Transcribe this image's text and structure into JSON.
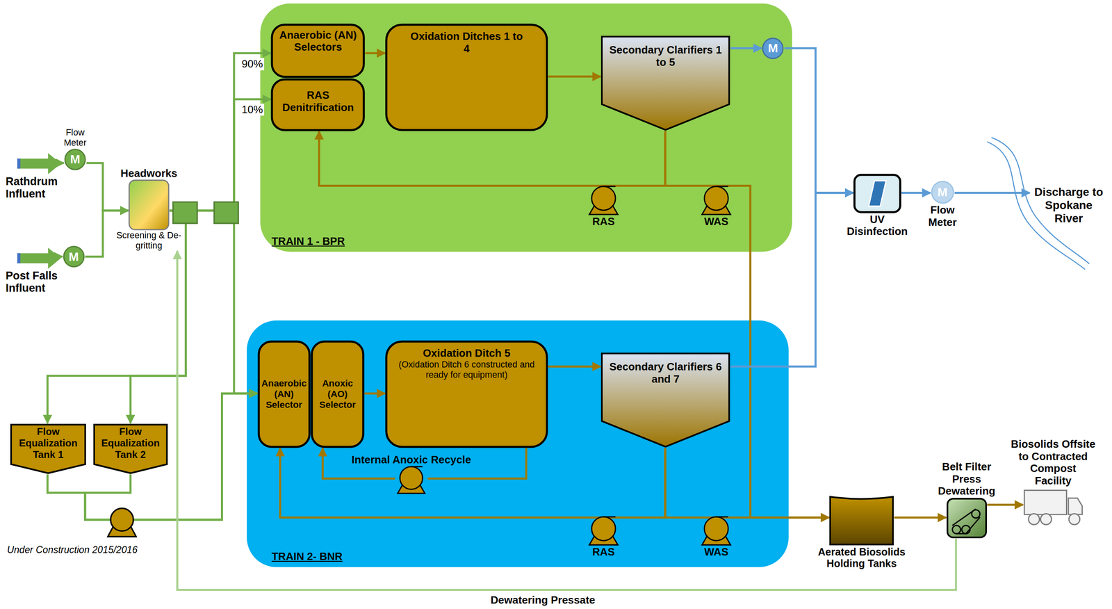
{
  "diagram": {
    "nodes": [
      {
        "text": [
          "Rathdrum Influent"
        ]
      },
      {
        "text": [
          "Post Falls Influent"
        ]
      },
      {
        "text": [
          "Flow Meter",
          "M"
        ]
      },
      {
        "text": [
          "M"
        ]
      },
      {
        "text": [
          "Headworks",
          "Screening & De-gritting"
        ]
      },
      {
        "text": [
          "TRAIN 1 - BPR"
        ]
      },
      {
        "text": [
          "Anaerobic (AN) Selectors"
        ],
        "in": 5
      },
      {
        "text": [
          "RAS Denitrification"
        ],
        "in": 5
      },
      {
        "text": [
          "Oxidation Ditches 1 to 4"
        ],
        "in": 5
      },
      {
        "text": [
          "Secondary Clarifiers 1 to 5"
        ],
        "in": 5
      },
      {
        "text": [
          "M"
        ],
        "in": 5
      },
      {
        "text": [
          "RAS"
        ],
        "in": 5
      },
      {
        "text": [
          "WAS"
        ],
        "in": 5
      },
      {
        "text": [
          "UV Disinfection"
        ]
      },
      {
        "text": [
          "M",
          "Flow Meter"
        ]
      },
      {
        "text": [
          "Discharge to Spokane River"
        ]
      },
      {
        "text": [
          "TRAIN 2- BNR"
        ]
      },
      {
        "text": [
          "Anaerobic (AN) Selector"
        ],
        "in": 16
      },
      {
        "text": [
          "Anoxic (AO) Selector"
        ],
        "in": 16
      },
      {
        "text": [
          "Oxidation Ditch 5",
          "(Oxidation Ditch 6 constructed and ready for equipment)"
        ],
        "in": 16
      },
      {
        "text": [
          "Secondary Clarifiers 6 and 7"
        ],
        "in": 16
      },
      {
        "text": [
          "Internal Anoxic Recycle"
        ],
        "in": 16
      },
      {
        "text": [
          "RAS"
        ],
        "in": 16
      },
      {
        "text": [
          "WAS"
        ],
        "in": 16
      },
      {
        "text": [
          "Flow Equalization Tank 1"
        ]
      },
      {
        "text": [
          "Flow Equalization Tank 2"
        ]
      },
      {
        "text": [
          "Aerated Biosolids Holding Tanks"
        ]
      },
      {
        "text": [
          "Belt Filter Press Dewatering"
        ]
      },
      {
        "text": [
          "Biosolids Offsite to Contracted Compost Facility"
        ]
      }
    ],
    "edges": [
      {
        "from": 0,
        "to": 2,
        "arrow": "to"
      },
      {
        "from": 1,
        "to": 3,
        "arrow": "to"
      },
      {
        "from": 2,
        "to": 4,
        "arrow": "to"
      },
      {
        "from": 3,
        "to": 4,
        "arrow": "to"
      },
      {
        "from": 4,
        "to": 6,
        "arrow": "to",
        "label": "90%"
      },
      {
        "from": 4,
        "to": 7,
        "arrow": "to",
        "label": "10%"
      },
      {
        "from": 4,
        "to": 17,
        "arrow": "to"
      },
      {
        "from": 4,
        "to": 24,
        "arrow": "to"
      },
      {
        "from": 4,
        "to": 25,
        "arrow": "to"
      },
      {
        "from": 24,
        "to": 17,
        "arrow": "to"
      },
      {
        "from": 25,
        "to": 17,
        "arrow": "to"
      },
      {
        "from": 6,
        "to": 8,
        "arrow": "to"
      },
      {
        "from": 8,
        "to": 9,
        "arrow": "to"
      },
      {
        "from": 9,
        "to": 10,
        "arrow": "to"
      },
      {
        "from": 10,
        "to": 13,
        "arrow": "to"
      },
      {
        "from": 9,
        "to": 11,
        "arrow": "none"
      },
      {
        "from": 11,
        "to": 7,
        "arrow": "to"
      },
      {
        "from": 9,
        "to": 12,
        "arrow": "none"
      },
      {
        "from": 12,
        "to": 26,
        "arrow": "to"
      },
      {
        "from": 13,
        "to": 14,
        "arrow": "to"
      },
      {
        "from": 14,
        "to": 15,
        "arrow": "to"
      },
      {
        "from": 18,
        "to": 19,
        "arrow": "to"
      },
      {
        "from": 19,
        "to": 20,
        "arrow": "to"
      },
      {
        "from": 20,
        "to": 13,
        "arrow": "to"
      },
      {
        "from": 19,
        "to": 21,
        "arrow": "none"
      },
      {
        "from": 21,
        "to": 18,
        "arrow": "to"
      },
      {
        "from": 20,
        "to": 22,
        "arrow": "none"
      },
      {
        "from": 22,
        "to": 17,
        "arrow": "to"
      },
      {
        "from": 20,
        "to": 23,
        "arrow": "none"
      },
      {
        "from": 23,
        "to": 26,
        "arrow": "to"
      },
      {
        "from": 26,
        "to": 27,
        "arrow": "to"
      },
      {
        "from": 27,
        "to": 28,
        "arrow": "to"
      },
      {
        "from": 27,
        "to": 4,
        "arrow": "to",
        "label": "Dewatering Pressate"
      }
    ],
    "labels": [
      "Under Construction 2015/2016"
    ]
  }
}
